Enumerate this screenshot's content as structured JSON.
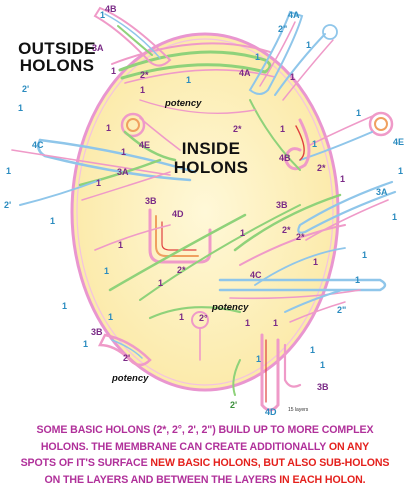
{
  "titles": {
    "outside_line1": "OUTSIDE",
    "outside_line2": "HOLONS",
    "inside_line1": "INSIDE",
    "inside_line2": "HOLONS"
  },
  "potency_labels": [
    "potency",
    "potency",
    "potency"
  ],
  "layers_note": "15 layers",
  "purple_labels": {
    "l4b": "4B",
    "l3a_top": "3A",
    "l2s_a": "2*",
    "l4a": "4A",
    "l2p_top": "2'",
    "l4e": "4E",
    "l4c_left": "4C",
    "l3a_left": "3A",
    "l2s_b": "2*",
    "l4b_right": "4B",
    "l2s_c": "2*",
    "l3b": "3B",
    "l4d": "4D",
    "l2s_d": "2*",
    "l2s_e": "2*",
    "l2s_f": "2*",
    "l4c": "4C",
    "l2d": "2°",
    "l3b_bottom": "3B",
    "l2p_bottom": "2'",
    "l3b_br": "3B",
    "l3b_right": "3B"
  },
  "cyan_labels": {
    "l4a_tr": "4A",
    "l2dd_tr": "2\"",
    "l4e_r": "4E",
    "l3a_r": "3A",
    "l4c_l": "4C",
    "l2p_l": "2'",
    "l2dd_br": "2\"",
    "l4d_b": "4D"
  },
  "green_labels": {
    "l2p_g": "2'"
  },
  "ones": [
    "1",
    "1",
    "1",
    "1",
    "1",
    "1",
    "1",
    "1",
    "1",
    "1",
    "1",
    "1",
    "1",
    "1",
    "1",
    "1",
    "1",
    "1",
    "1",
    "1",
    "1",
    "1",
    "1",
    "1",
    "1",
    "1",
    "1",
    "1",
    "1",
    "1",
    "1",
    "1",
    "1",
    "1",
    "1"
  ],
  "caption": {
    "s1": "SOME BASIC HOLONS (2*, 2°, 2', 2\") BUILD UP TO MORE COMPLEX",
    "s2": "HOLONS. THE MEMBRANE CAN CREATE ADDITIONALLY ",
    "s3": "ON ANY",
    "s4": "SPOTS OF IT'S SURFACE ",
    "s5": "NEW BASIC HOLONS, BUT ALSO ",
    "s6": "SUB-HOLONS",
    "s7": "ON THE LAYERS AND BETWEEN THE LAYERS ",
    "s8": "IN EACH HOLON."
  },
  "colors": {
    "cell_fill": "#fdf3c4",
    "membrane": "#e996d0",
    "green_loop": "#8fd27a",
    "pink_loop": "#ef9ac8",
    "blue_loop": "#8fc6ea",
    "orange_loop": "#f0a060",
    "purple_text": "#7a2a86",
    "caption_purple": "#b0309a",
    "caption_red": "#e4201c"
  }
}
